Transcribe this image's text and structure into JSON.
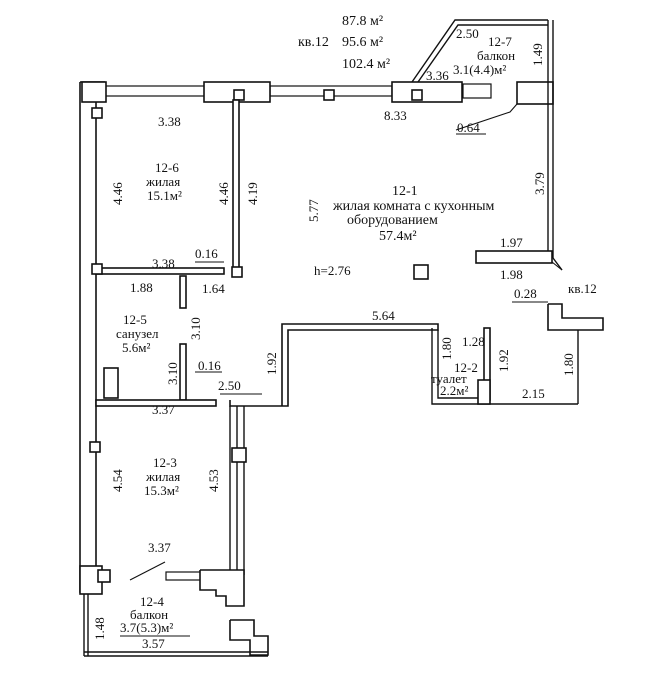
{
  "header": {
    "apartment": "кв.12",
    "area_1": "87.8 м²",
    "area_2": "95.6 м²",
    "area_3": "102.4 м²"
  },
  "rooms": {
    "r12_1": {
      "id": "12-1",
      "name_1": "жилая комната с кухонным",
      "name_2": "оборудованием",
      "area": "57.4м²"
    },
    "r12_2": {
      "id": "12-2",
      "name": "туалет",
      "area": "2.2м²"
    },
    "r12_3": {
      "id": "12-3",
      "name": "жилая",
      "area": "15.3м²"
    },
    "r12_4": {
      "id": "12-4",
      "name": "балкон",
      "area": "3.7(5.3)м²"
    },
    "r12_5": {
      "id": "12-5",
      "name": "санузел",
      "area": "5.6м²"
    },
    "r12_6": {
      "id": "12-6",
      "name": "жилая",
      "area": "15.1м²"
    },
    "r12_7": {
      "id": "12-7",
      "name": "балкон",
      "area": "3.1(4.4)м²"
    }
  },
  "ceiling_height": "h=2.76",
  "neighbor_label": "кв.12",
  "dimensions": {
    "d250_top": "2.50",
    "d149": "1.49",
    "d336": "3.36",
    "d833": "8.33",
    "d064": "0.64",
    "d338_top": "3.38",
    "d446_left": "4.46",
    "d446_inner": "4.46",
    "d419": "4.19",
    "d577": "5.77",
    "d379": "3.79",
    "d197": "1.97",
    "d198": "1.98",
    "d016_a": "0.16",
    "d338_mid": "3.38",
    "d164": "1.64",
    "d188": "1.88",
    "d028": "0.28",
    "d564": "5.64",
    "d128": "1.28",
    "d180_a": "1.80",
    "d192_a": "1.92",
    "d192_b": "1.92",
    "d180_b": "1.80",
    "d310_a": "3.10",
    "d310_b": "3.10",
    "d016_b": "0.16",
    "d250_mid": "2.50",
    "d215": "2.15",
    "d337_a": "3.37",
    "d454": "4.54",
    "d453": "4.53",
    "d337_b": "3.37",
    "d148": "1.48",
    "d357": "3.57"
  }
}
